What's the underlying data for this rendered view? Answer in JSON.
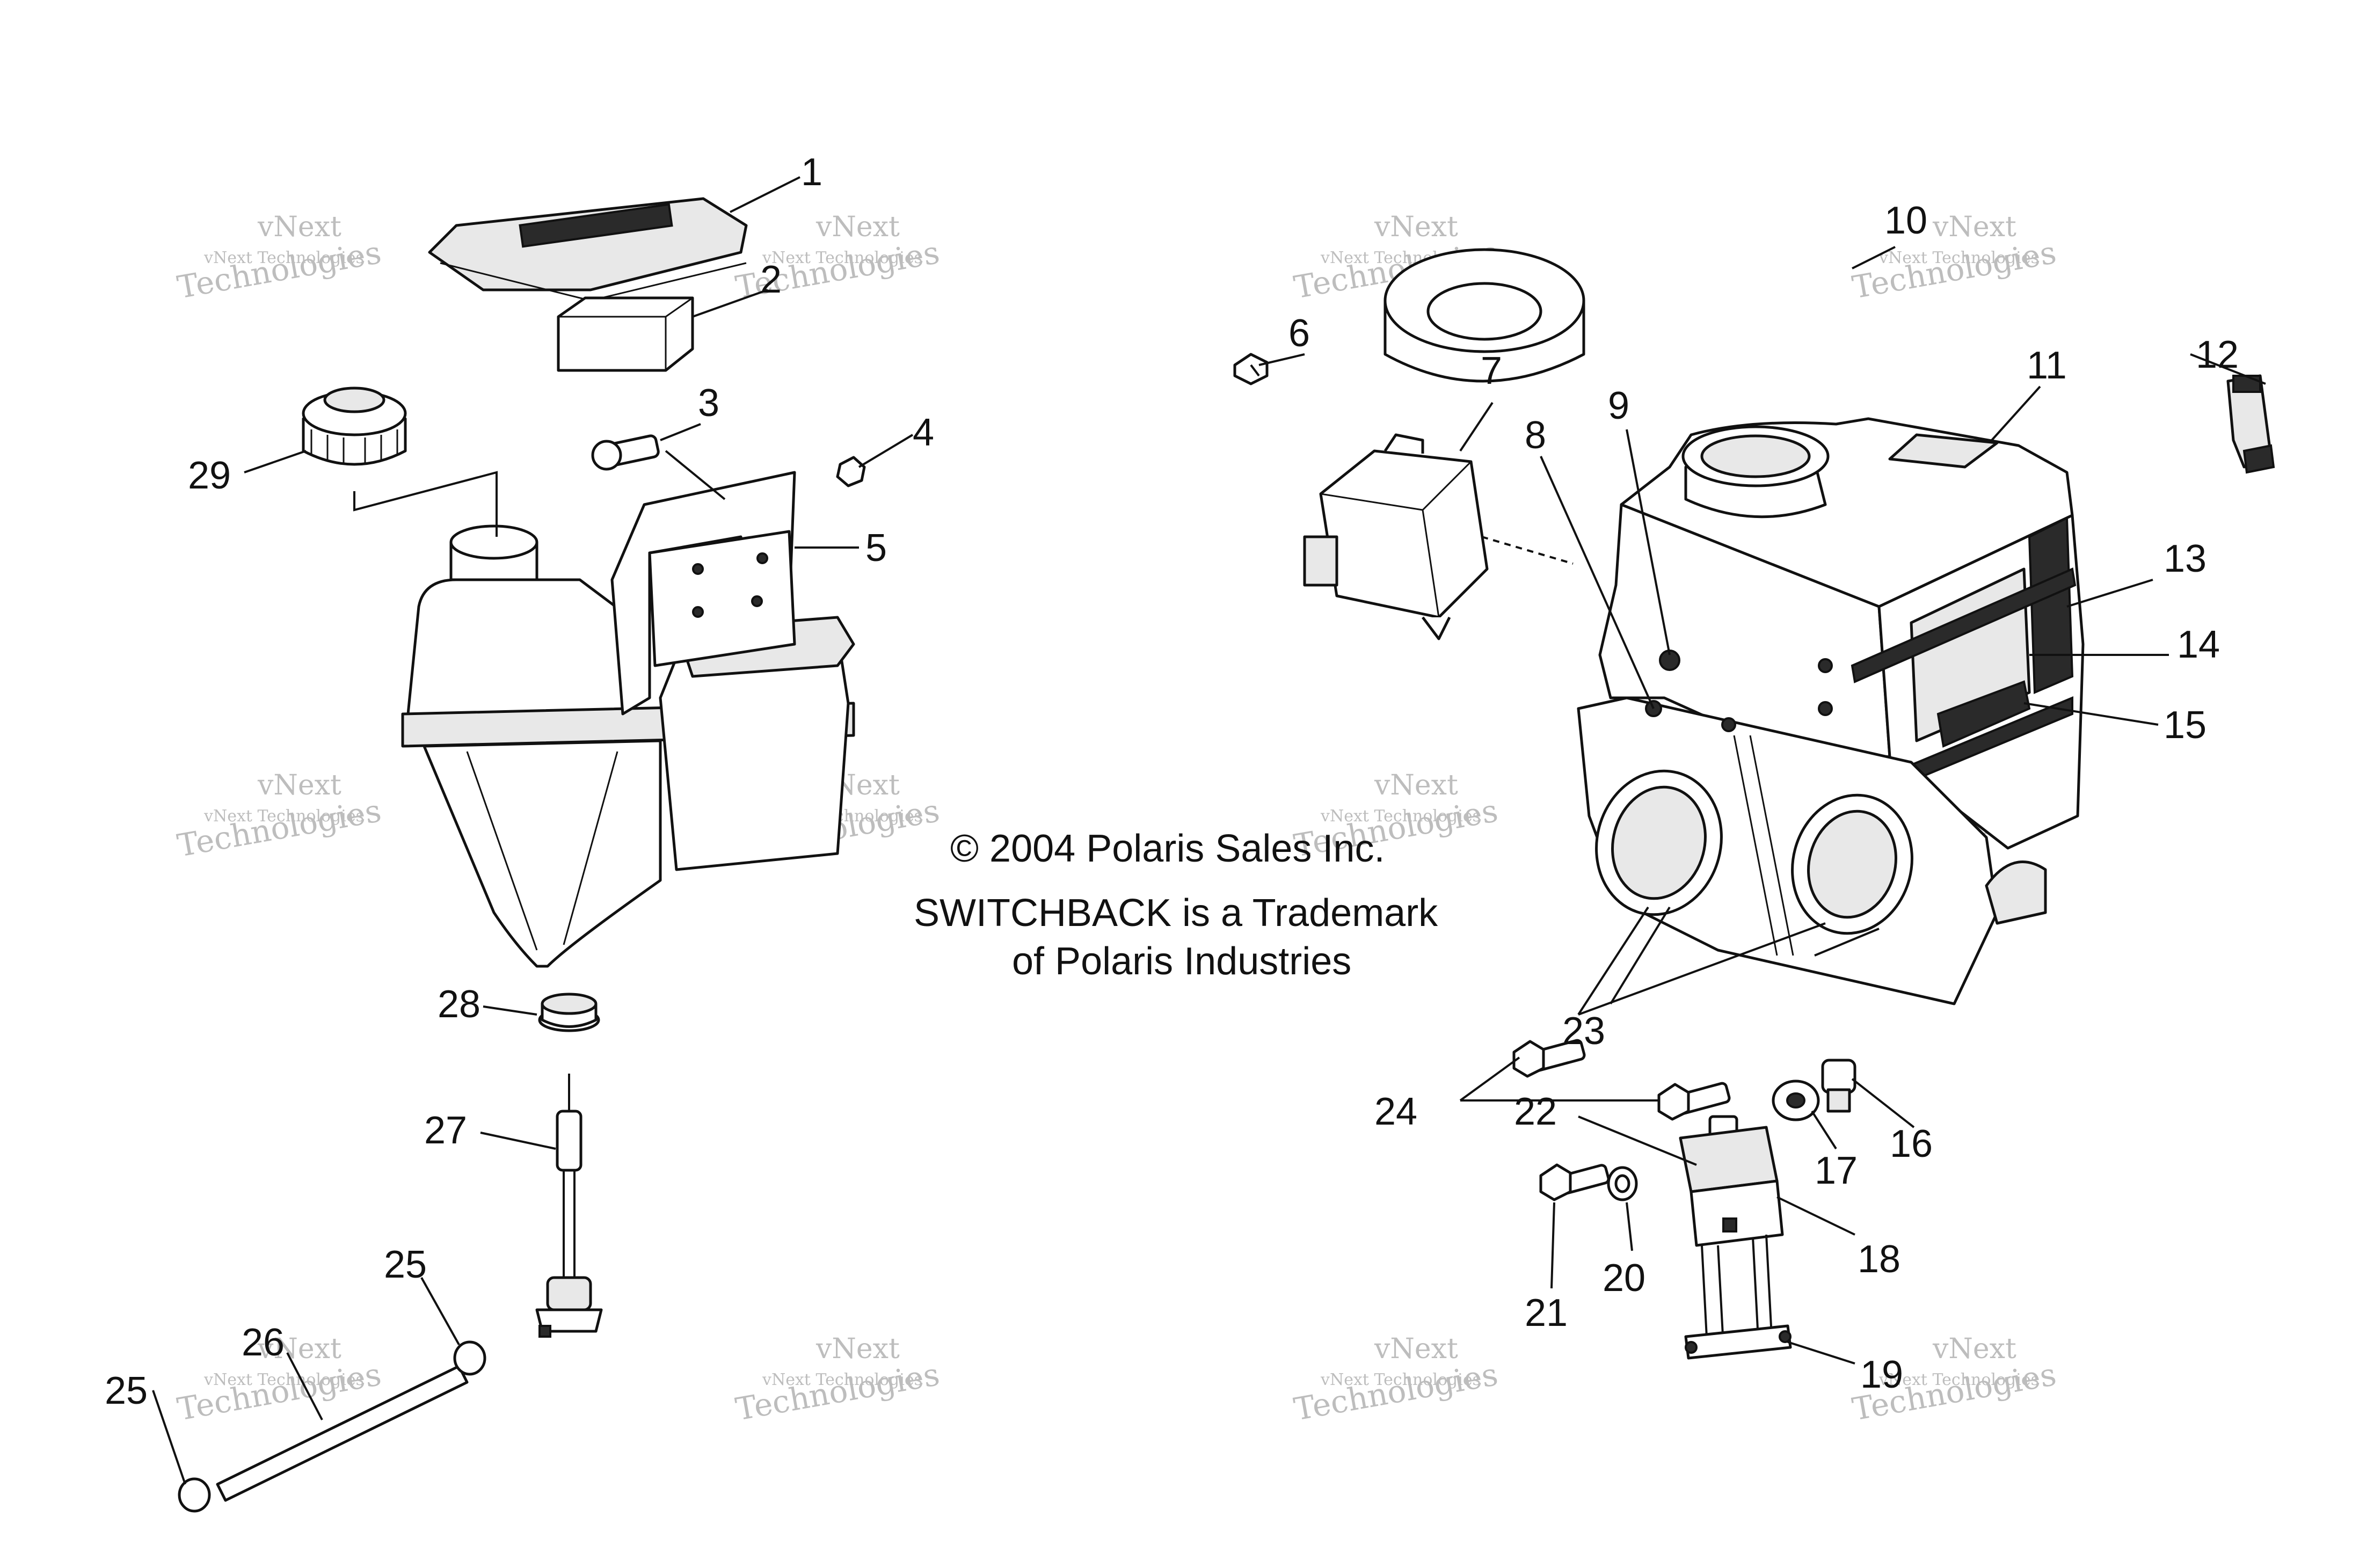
{
  "notice": {
    "copyright": "© 2004 Polaris Sales Inc.",
    "trademark_line1": "SWITCHBACK is a Trademark",
    "trademark_line2": "of Polaris Industries"
  },
  "watermark": {
    "line1": "vNext",
    "line2": "vNext Technologies",
    "line3": "Technologies"
  },
  "callouts": {
    "c1": "1",
    "c2": "2",
    "c3": "3",
    "c4": "4",
    "c5": "5",
    "c6": "6",
    "c7": "7",
    "c8": "8",
    "c9": "9",
    "c10": "10",
    "c11": "11",
    "c12": "12",
    "c13": "13",
    "c14": "14",
    "c15": "15",
    "c16": "16",
    "c17": "17",
    "c18": "18",
    "c19": "19",
    "c20": "20",
    "c21": "21",
    "c22": "22",
    "c23": "23",
    "c24": "24",
    "c25a": "25",
    "c25b": "25",
    "c26": "26",
    "c27": "27",
    "c28": "28",
    "c29": "29"
  }
}
